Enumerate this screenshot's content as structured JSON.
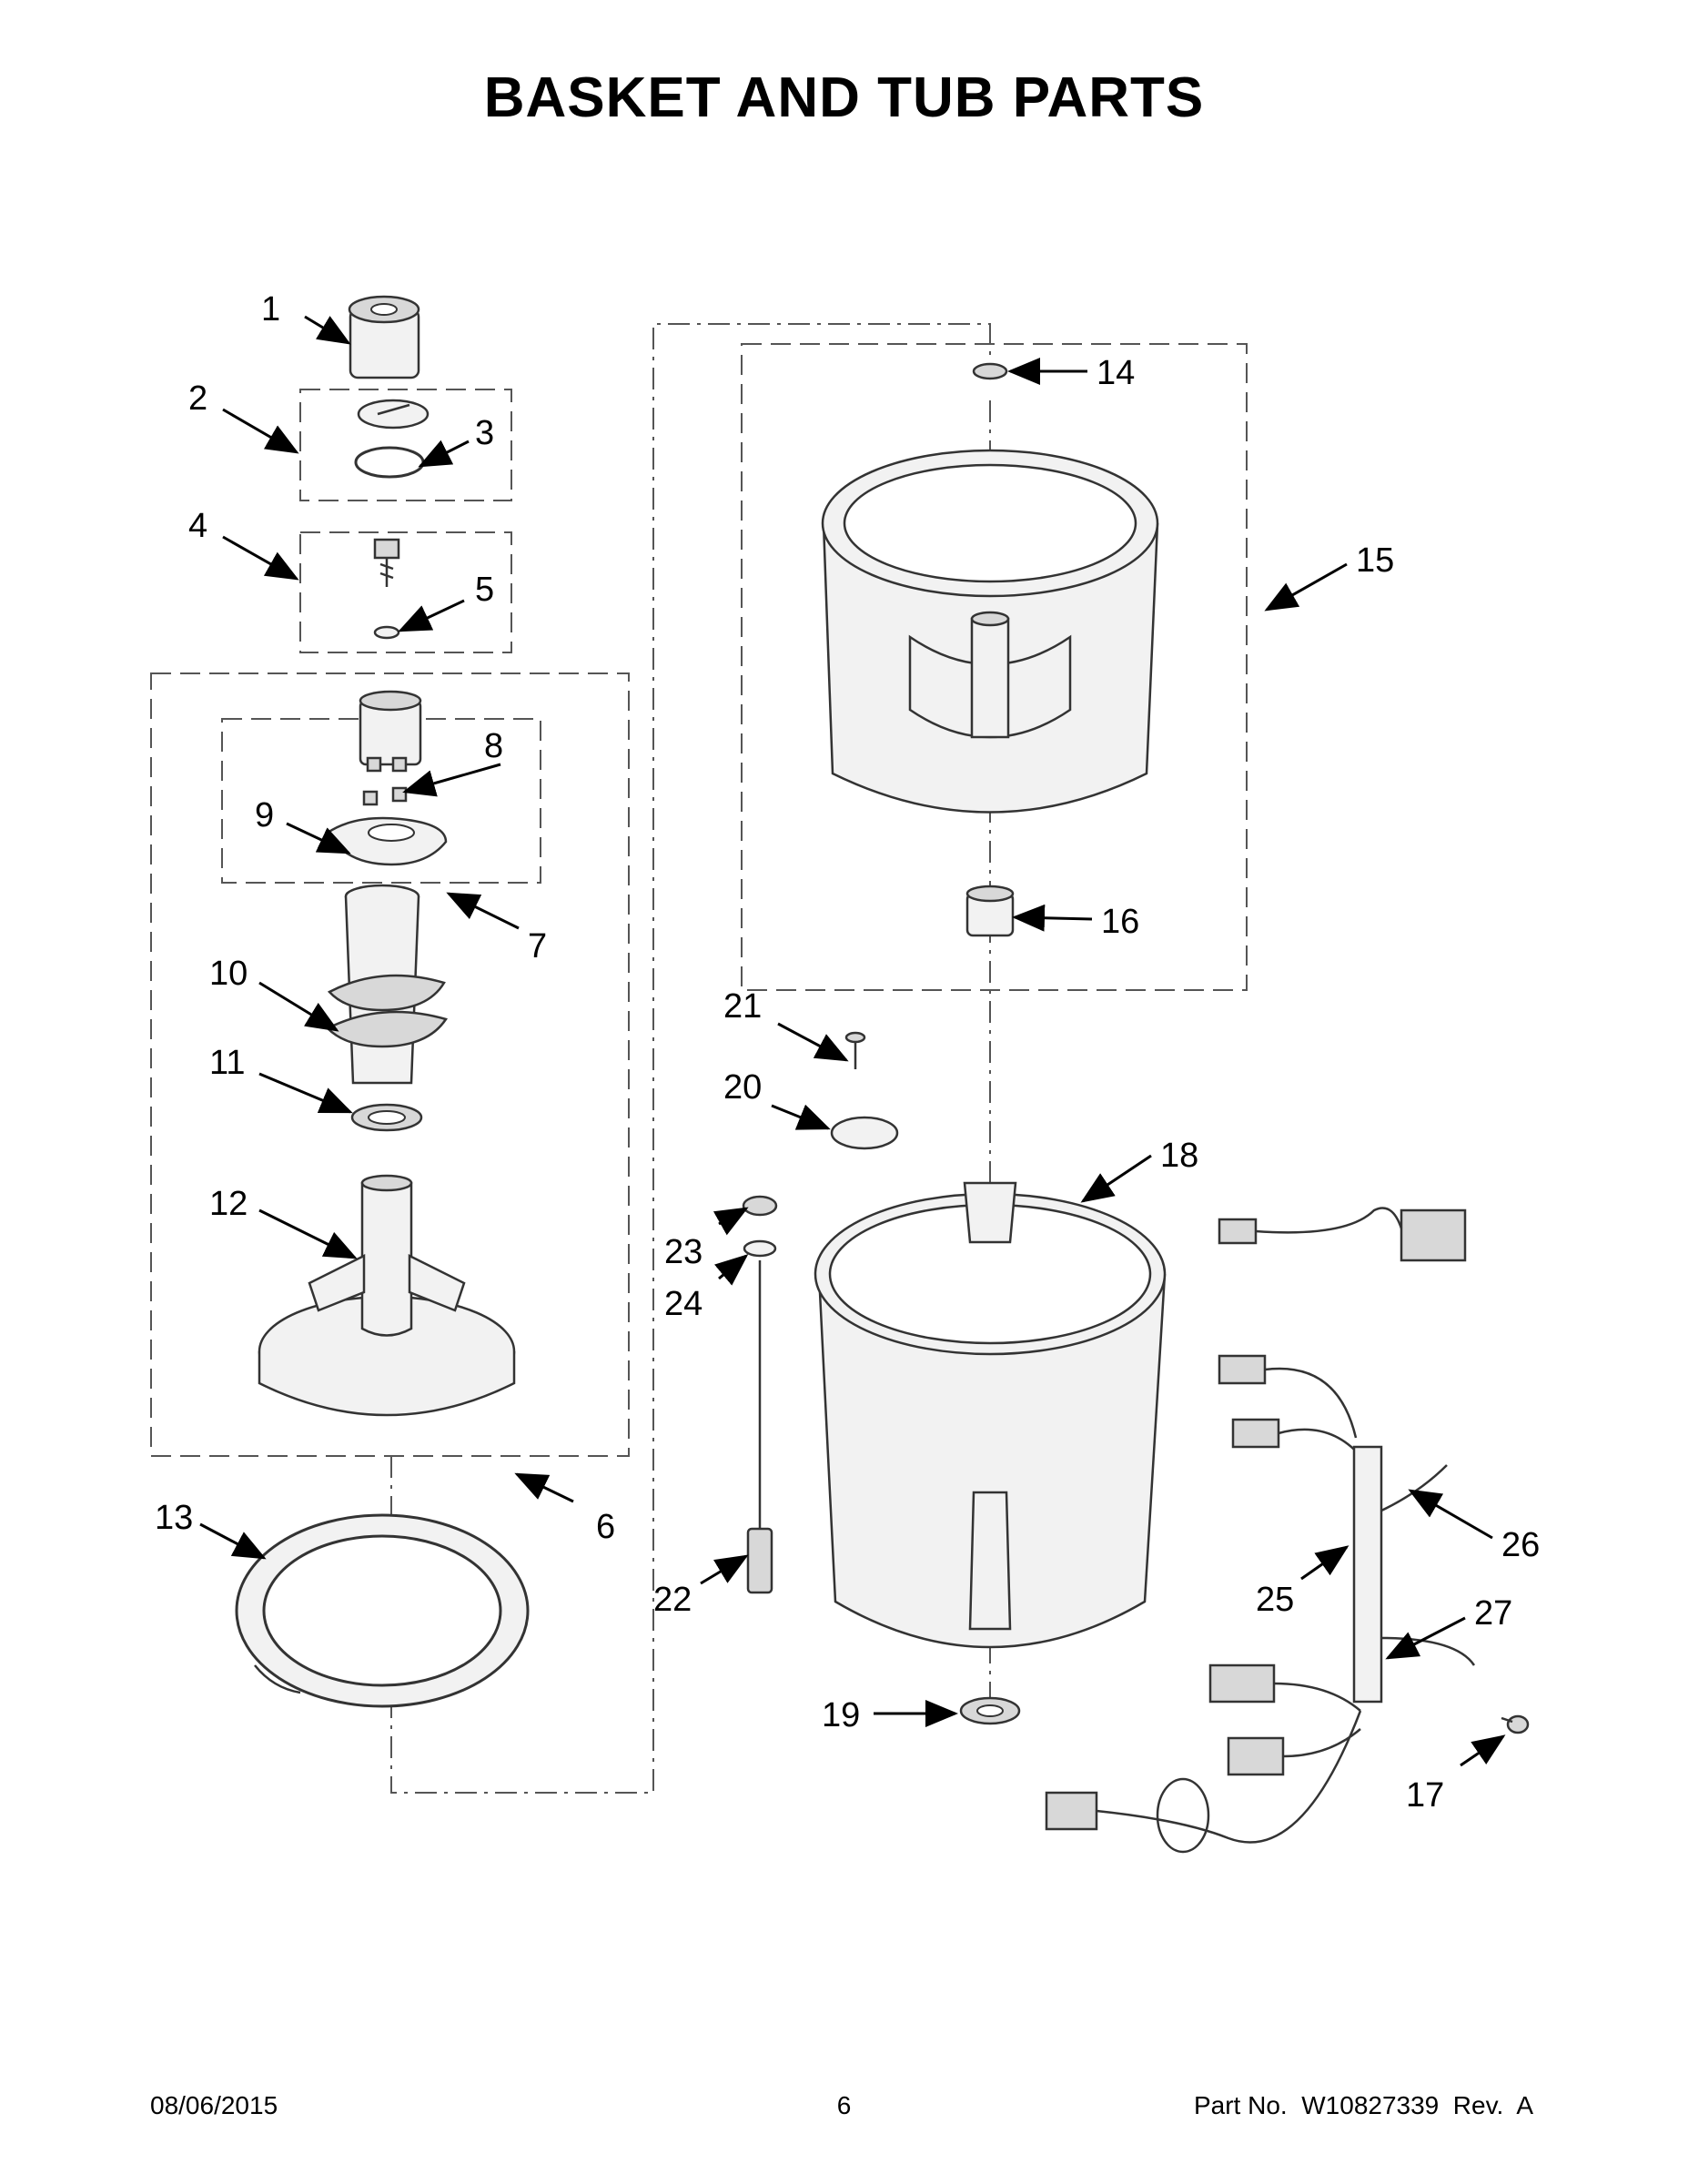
{
  "title": "BASKET AND TUB PARTS",
  "footer": {
    "date": "08/06/2015",
    "page": "6",
    "part_number": "Part No.  W10827339  Rev.  A"
  },
  "callouts": {
    "c1": "1",
    "c2": "2",
    "c3": "3",
    "c4": "4",
    "c5": "5",
    "c6": "6",
    "c7": "7",
    "c8": "8",
    "c9": "9",
    "c10": "10",
    "c11": "11",
    "c12": "12",
    "c13": "13",
    "c14": "14",
    "c15": "15",
    "c16": "16",
    "c17": "17",
    "c18": "18",
    "c19": "19",
    "c20": "20",
    "c21": "21",
    "c22": "22",
    "c23": "23",
    "c24": "24",
    "c25": "25",
    "c26": "26",
    "c27": "27"
  }
}
